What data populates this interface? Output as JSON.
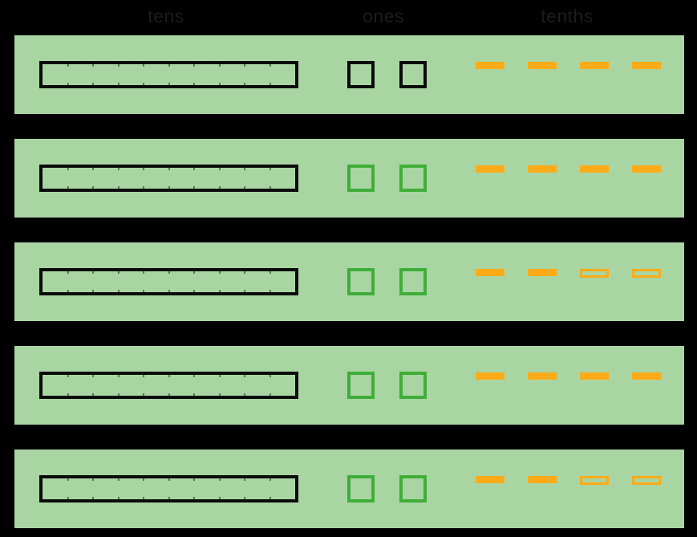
{
  "header": {
    "columns": [
      {
        "label": "tens"
      },
      {
        "label": "ones"
      },
      {
        "label": "tenths"
      }
    ]
  },
  "colors": {
    "canvas_background": "#000000",
    "row_background": "#a9d5a2",
    "black_outline": "#0b0b0b",
    "green_outline": "#3fae38",
    "dash_orange": "#fbab18",
    "header_text": "#1c1c1c"
  },
  "rows": [
    {
      "rod": {
        "outline": "black",
        "segments": 10
      },
      "squares": [
        {
          "outline": "black"
        },
        {
          "outline": "black"
        }
      ],
      "dashes": [
        {
          "style": "solid"
        },
        {
          "style": "solid"
        },
        {
          "style": "solid"
        },
        {
          "style": "solid"
        }
      ]
    },
    {
      "rod": {
        "outline": "black",
        "segments": 10
      },
      "squares": [
        {
          "outline": "green"
        },
        {
          "outline": "green"
        }
      ],
      "dashes": [
        {
          "style": "solid"
        },
        {
          "style": "solid"
        },
        {
          "style": "solid"
        },
        {
          "style": "solid"
        }
      ]
    },
    {
      "rod": {
        "outline": "black",
        "segments": 10
      },
      "squares": [
        {
          "outline": "green"
        },
        {
          "outline": "green"
        }
      ],
      "dashes": [
        {
          "style": "solid"
        },
        {
          "style": "solid"
        },
        {
          "style": "hollow"
        },
        {
          "style": "hollow"
        }
      ]
    },
    {
      "rod": {
        "outline": "black",
        "segments": 10
      },
      "squares": [
        {
          "outline": "green"
        },
        {
          "outline": "green"
        }
      ],
      "dashes": [
        {
          "style": "solid"
        },
        {
          "style": "solid"
        },
        {
          "style": "solid"
        },
        {
          "style": "solid"
        }
      ]
    },
    {
      "rod": {
        "outline": "black",
        "segments": 10
      },
      "squares": [
        {
          "outline": "green"
        },
        {
          "outline": "green"
        }
      ],
      "dashes": [
        {
          "style": "solid"
        },
        {
          "style": "solid"
        },
        {
          "style": "hollow"
        },
        {
          "style": "hollow"
        }
      ]
    }
  ],
  "layout": {
    "row_tops": [
      44,
      173,
      302,
      431,
      560
    ],
    "square_lefts": [
      415,
      480
    ],
    "dash_lefts": [
      575,
      640,
      705,
      770
    ]
  }
}
